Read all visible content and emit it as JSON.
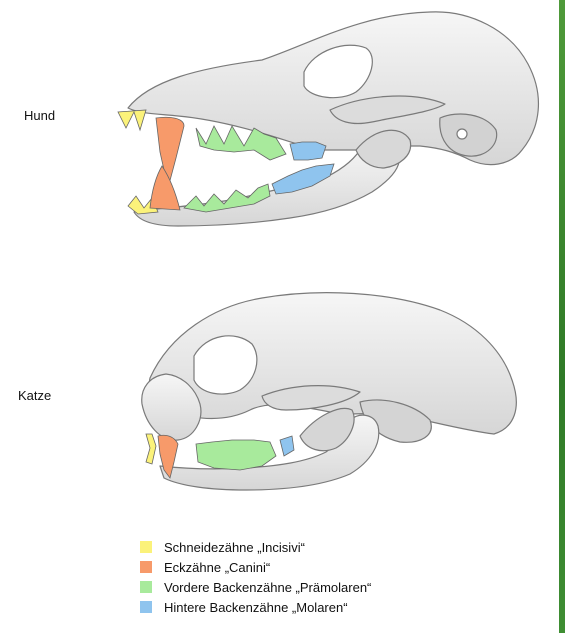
{
  "labels": {
    "dog": "Hund",
    "cat": "Katze"
  },
  "legend": [
    {
      "label": "Schneidezähne „Incisivi“",
      "color": "#fbf27a"
    },
    {
      "label": "Eckzähne „Canini“",
      "color": "#f79a6a"
    },
    {
      "label": "Vordere Backenzähne „Prämolaren“",
      "color": "#a8ea9c"
    },
    {
      "label": "Hintere Backenzähne „Molaren“",
      "color": "#8fc4ee"
    }
  ],
  "colors": {
    "bone": "#e9e9e9",
    "bone_shadow": "#c8c8c8",
    "outline": "#777777",
    "incisors": "#fbf27a",
    "canines": "#f79a6a",
    "premolars": "#a8ea9c",
    "molars": "#8fc4ee",
    "side_strip": "#3c8b31"
  }
}
